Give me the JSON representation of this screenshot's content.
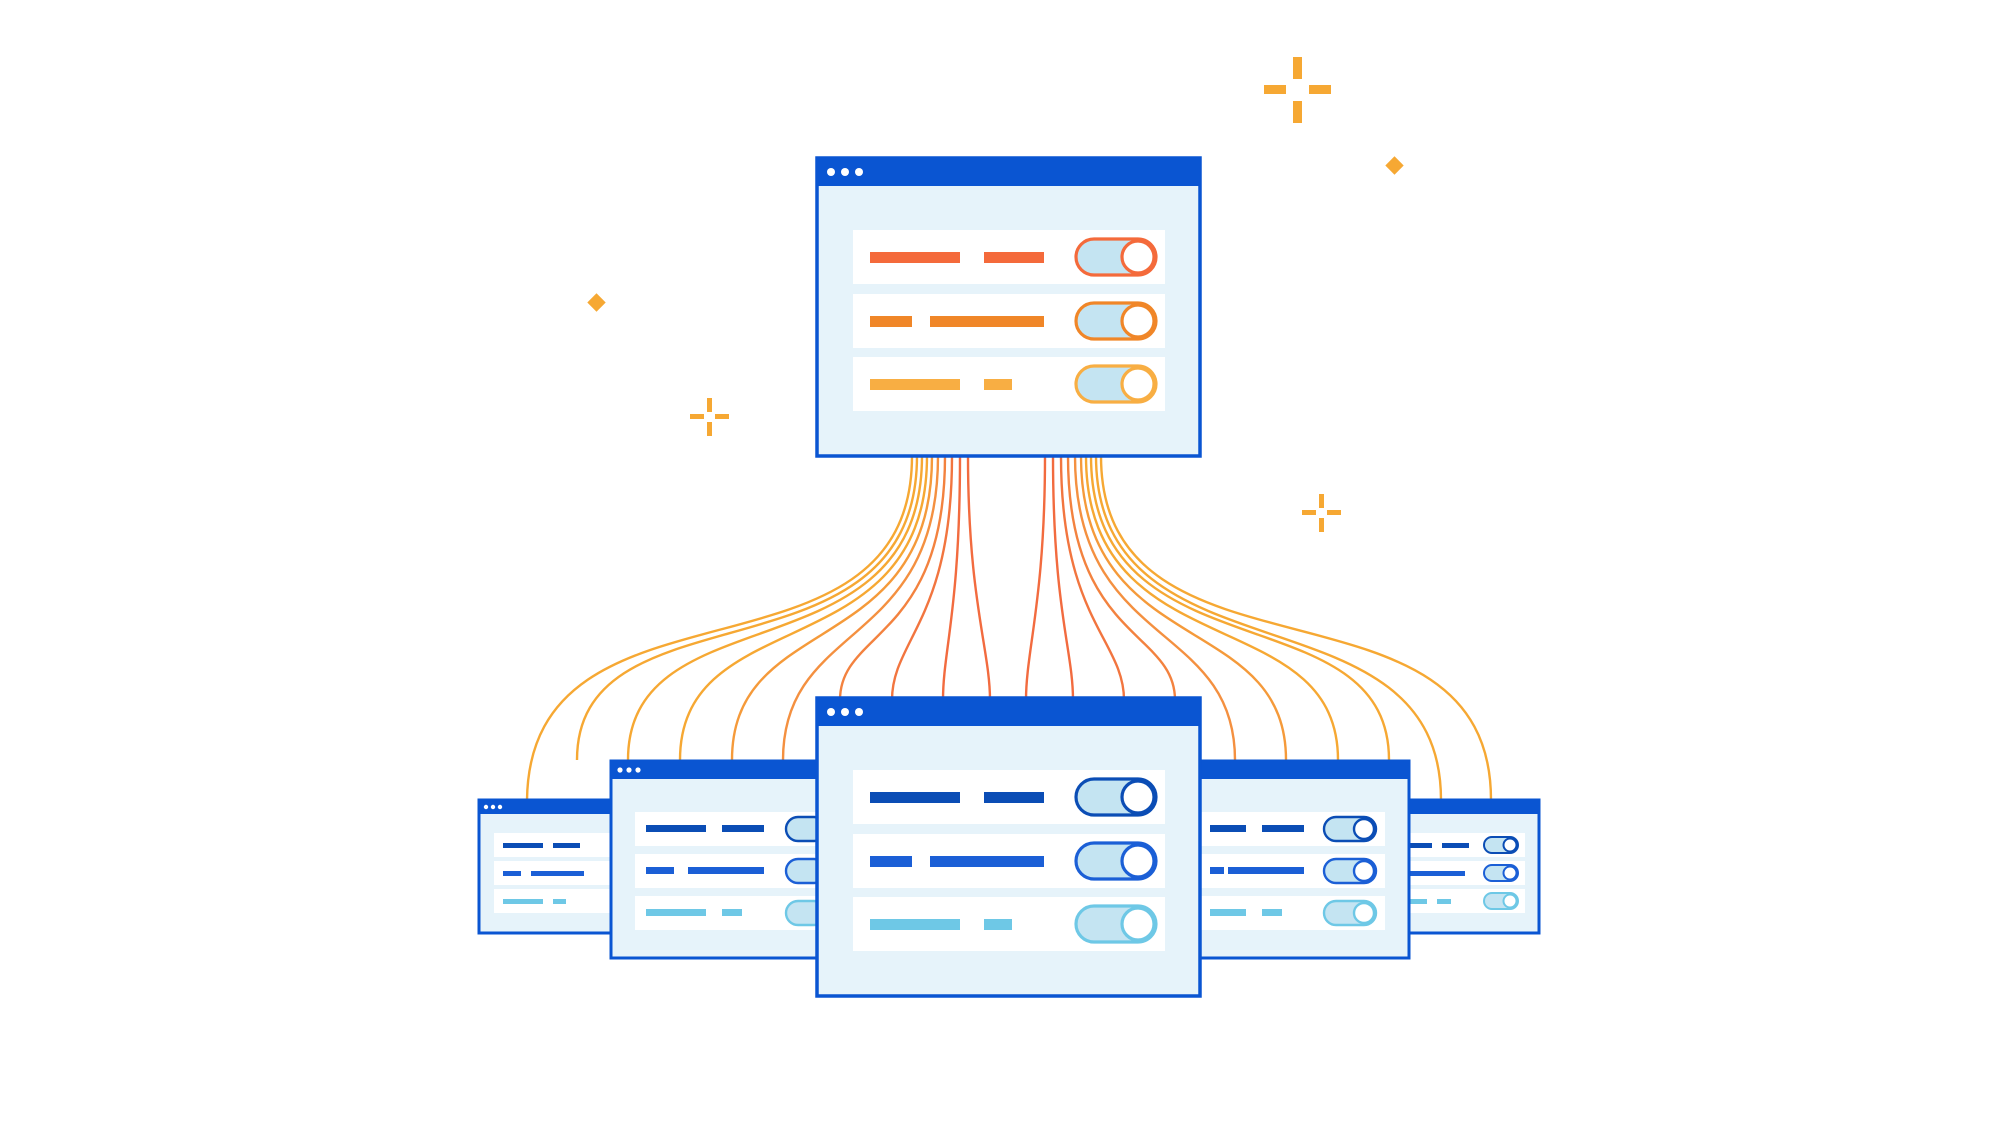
{
  "scene": {
    "background": "#ffffff",
    "colors": {
      "frame": "#0a55d2",
      "window_fill": "#e6f3fa",
      "row_fill": "#ffffff",
      "toggle_fill": "#c4e4f2",
      "sparkle": "#f6a833",
      "wire_red": "#f26b3f",
      "wire_orange": "#f6a833"
    },
    "source_window": {
      "rows": [
        {
          "color": "#f46a3b",
          "toggle": "on"
        },
        {
          "color": "#f08628",
          "toggle": "on"
        },
        {
          "color": "#f8ae43",
          "toggle": "on"
        }
      ]
    },
    "target_windows": [
      {
        "position": "far-left",
        "rows": [
          {
            "color": "#0b4db5"
          },
          {
            "color": "#1b5fd6"
          },
          {
            "color": "#6ec8e6"
          }
        ]
      },
      {
        "position": "left",
        "rows": [
          {
            "color": "#0b4db5"
          },
          {
            "color": "#1b5fd6"
          },
          {
            "color": "#6ec8e6"
          }
        ]
      },
      {
        "position": "center",
        "rows": [
          {
            "color": "#0b4db5"
          },
          {
            "color": "#1b5fd6"
          },
          {
            "color": "#6ec8e6"
          }
        ]
      },
      {
        "position": "right",
        "rows": [
          {
            "color": "#0b4db5"
          },
          {
            "color": "#1b5fd6"
          },
          {
            "color": "#6ec8e6"
          }
        ]
      },
      {
        "position": "far-right",
        "rows": [
          {
            "color": "#0b4db5"
          },
          {
            "color": "#1b5fd6"
          },
          {
            "color": "#6ec8e6"
          }
        ]
      }
    ],
    "icons": [
      "sparkle-icon",
      "diamond-icon",
      "window-dots-icon",
      "toggle-switch-icon"
    ]
  }
}
